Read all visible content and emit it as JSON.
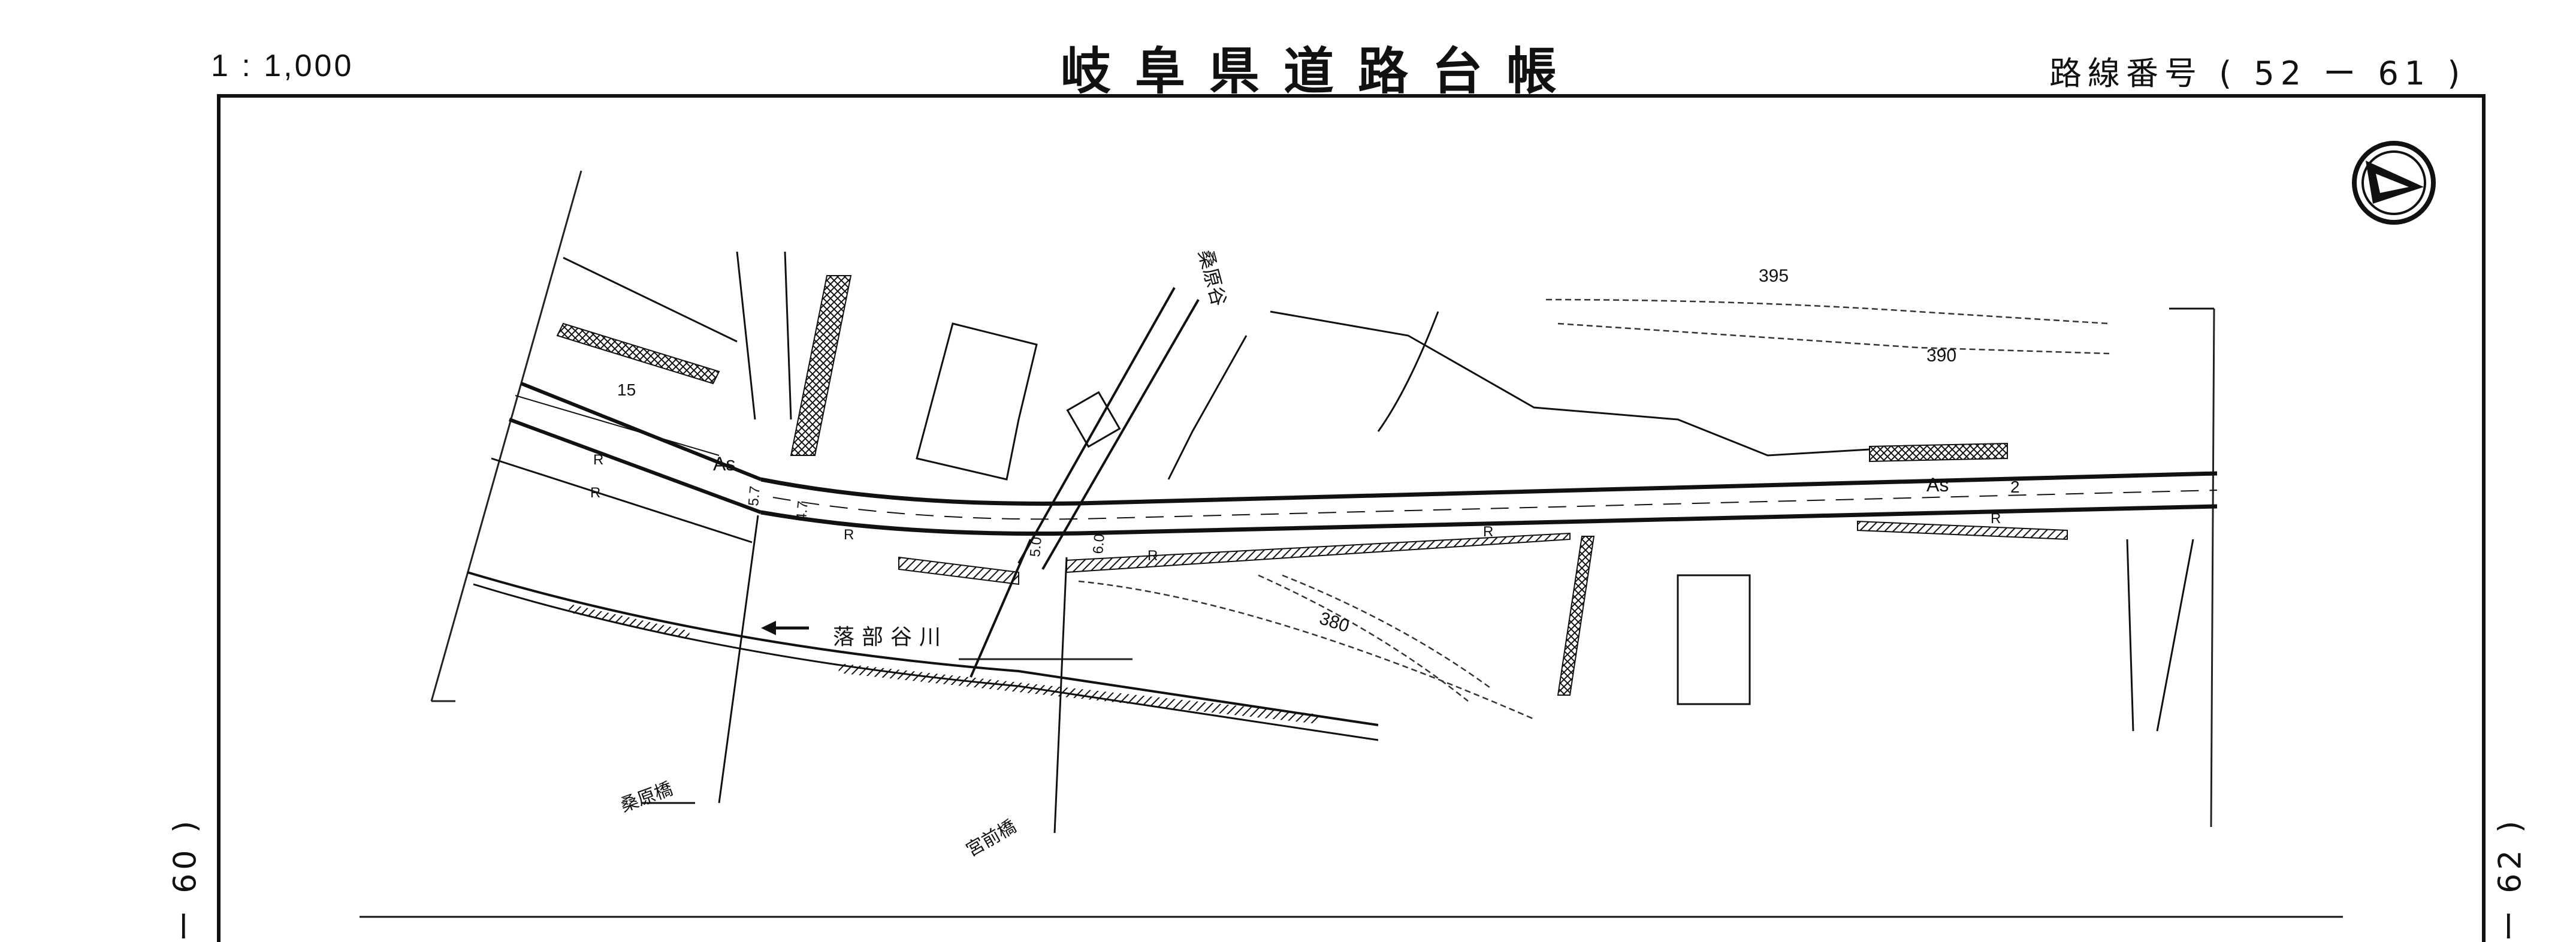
{
  "header": {
    "scale": "1 : 1,000",
    "title": "岐阜県道路台帳",
    "route_label": "路線番号",
    "route_number": "( 52 ー 61 )"
  },
  "page_numbers": {
    "left": "ー 60 )",
    "right": "ー 62 )"
  },
  "map_labels": {
    "contour_395": "395",
    "contour_390": "390",
    "contour_380": "380",
    "road_surface_left": "As",
    "road_surface_right": "As",
    "road_width_right": "2",
    "road_width_left": "15",
    "dim_57": "5.7",
    "dim_47": "4.7",
    "dim_50": "5.0",
    "dim_60": "6.0",
    "river_name": "落部谷川",
    "side_road_name": "桑原谷",
    "bridge_kuwabara": "桑原橋",
    "bridge_miyamae": "宮前橋",
    "r1": "R",
    "r2": "R",
    "r3": "R",
    "r4": "R",
    "r5": "R",
    "r6": "R"
  },
  "icons": {
    "north_arrow": "north-arrow-icon",
    "river_flow_arrow": "arrow-left-icon"
  }
}
